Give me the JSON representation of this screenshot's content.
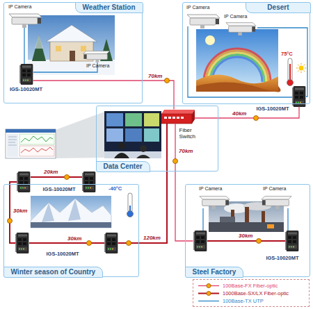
{
  "diagram": {
    "nodes": [
      {
        "text": [
          "Weather Station"
        ]
      },
      {
        "text": [
          "IGS-10020MT"
        ],
        "in": 0
      },
      {
        "text": [
          "Desert"
        ]
      },
      {
        "text": [
          "IGS-10020MT"
        ],
        "in": 2
      },
      {
        "text": [
          "Data Center"
        ]
      },
      {
        "text": [
          "Fiber Switch"
        ],
        "in": 4
      },
      {
        "text": [
          "Winter season of Country"
        ]
      },
      {
        "text": [
          "IGS-10020MT"
        ],
        "in": 6
      },
      {
        "text": [
          "IGS-10020MT"
        ],
        "in": 6
      },
      {
        "text": [
          "Steel Factory"
        ]
      },
      {
        "text": [
          "IGS-10020MT"
        ],
        "in": 9
      }
    ],
    "edges": [
      {
        "from": 1,
        "to": 5,
        "label": "70km",
        "arrow": "none"
      },
      {
        "from": 3,
        "to": 5,
        "label": "40km",
        "arrow": "none"
      },
      {
        "from": 5,
        "to": 10,
        "label": "70km",
        "arrow": "none"
      },
      {
        "from": 8,
        "to": 5,
        "label": "120km",
        "arrow": "none"
      }
    ],
    "labels": [
      "IP Camera",
      "IP Camera",
      "IP Camera",
      "IP Camera",
      "75°C",
      "20km",
      "-40°C",
      "30km",
      "30km",
      "IP Camera",
      "IP Camera",
      "30km"
    ],
    "legend": [
      {
        "text": "100Base-FX Fiber-optic"
      },
      {
        "text": "1000Base-SX/LX Fiber-optic"
      },
      {
        "text": "100Base-TX UTP"
      }
    ]
  }
}
